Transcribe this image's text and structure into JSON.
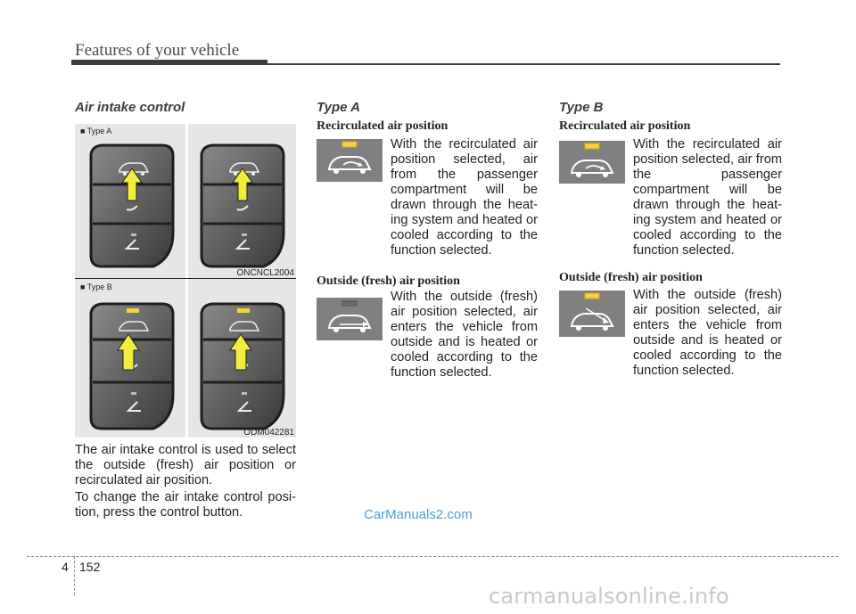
{
  "header": {
    "title": "Features of your vehicle"
  },
  "left": {
    "heading": "Air intake control",
    "figure": {
      "caption_a": "■ Type A",
      "caption_b": "■ Type B",
      "code_a": "ONCNCL2004",
      "code_b": "ODM042281"
    },
    "para1": "The air intake control is used to select the outside (fresh) air position or recirculated air position.",
    "para2": "To change the air intake control posi-tion, press the control button."
  },
  "type_a": {
    "heading": "Type A",
    "recirc": {
      "title": "Recirculated air position",
      "text": "With the recirculated air position selected, air from the passenger compartment will be drawn through the heat-ing system and heated or cooled according to the function selected."
    },
    "outside": {
      "title": "Outside (fresh) air position",
      "text": "With the outside (fresh) air position selected, air enters the vehicle from outside and is heated or cooled according to the function selected."
    }
  },
  "type_b": {
    "heading": "Type B",
    "recirc": {
      "title": "Recirculated air position",
      "text": "With the recirculated air position selected, air from the passenger compartment will be drawn through the heat-ing system and heated or cooled according to the function selected."
    },
    "outside": {
      "title": "Outside (fresh) air position",
      "text": "With the outside (fresh) air position selected, air enters the vehicle from outside and is heated or cooled according to the function selected."
    }
  },
  "watermark": "CarManuals2.com",
  "footer": {
    "chapter": "4",
    "page": "152"
  },
  "site_watermark": "carmanualsonline.info",
  "colors": {
    "indicator_on": "#f5d43a",
    "arrow_fill": "#f2ec3a",
    "icon_bg": "#808080",
    "watermark": "#4a9fd8"
  }
}
